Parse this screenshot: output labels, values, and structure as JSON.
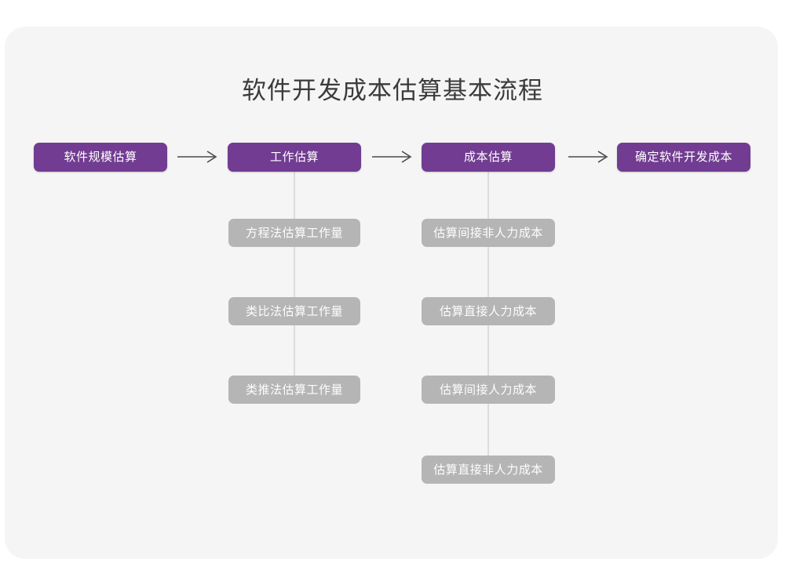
{
  "title": "软件开发成本估算基本流程",
  "colors": {
    "page_background": "#ffffff",
    "panel_background": "#f5f5f5",
    "primary_node": "#713c91",
    "secondary_node": "#b5b5b5",
    "connector": "#dcdcdc",
    "arrow": "#4a4a4a",
    "title_text": "#3b3b3b",
    "node_text": "#ffffff"
  },
  "chart_data": {
    "type": "diagram",
    "title": "软件开发成本估算基本流程",
    "orientation": "left-to-right main flow with vertical sub-steps",
    "stages": [
      {
        "id": "stage-1",
        "label": "软件规模估算",
        "level": "primary",
        "substeps": []
      },
      {
        "id": "stage-2",
        "label": "工作估算",
        "level": "primary",
        "substeps": [
          "方程法估算工作量",
          "类比法估算工作量",
          "类推法估算工作量"
        ]
      },
      {
        "id": "stage-3",
        "label": "成本估算",
        "level": "primary",
        "substeps": [
          "估算间接非人力成本",
          "估算直接人力成本",
          "估算间接人力成本",
          "估算直接非人力成本"
        ]
      },
      {
        "id": "stage-4",
        "label": "确定软件开发成本",
        "level": "primary",
        "substeps": []
      }
    ],
    "connectors": [
      {
        "from": "stage-1",
        "to": "stage-2",
        "style": "arrow"
      },
      {
        "from": "stage-2",
        "to": "stage-3",
        "style": "arrow"
      },
      {
        "from": "stage-3",
        "to": "stage-4",
        "style": "arrow"
      }
    ],
    "arrow_glyph": "→"
  },
  "stage1": {
    "label": "软件规模估算"
  },
  "stage2": {
    "label": "工作估算",
    "sub": [
      {
        "label": "方程法估算工作量"
      },
      {
        "label": "类比法估算工作量"
      },
      {
        "label": "类推法估算工作量"
      }
    ]
  },
  "stage3": {
    "label": "成本估算",
    "sub": [
      {
        "label": "估算间接非人力成本"
      },
      {
        "label": "估算直接人力成本"
      },
      {
        "label": "估算间接人力成本"
      },
      {
        "label": "估算直接非人力成本"
      }
    ]
  },
  "stage4": {
    "label": "确定软件开发成本"
  }
}
